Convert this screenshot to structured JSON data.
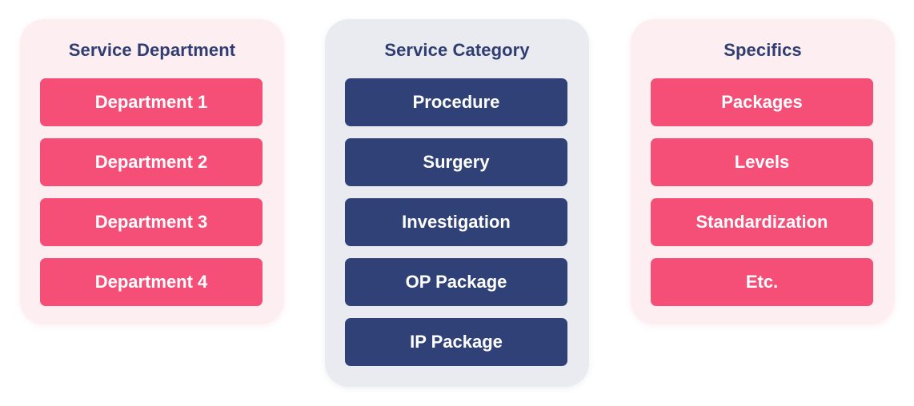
{
  "columns": [
    {
      "title": "Service Department",
      "items": [
        "Department 1",
        "Department 2",
        "Department 3",
        "Department 4"
      ]
    },
    {
      "title": "Service Category",
      "items": [
        "Procedure",
        "Surgery",
        "Investigation",
        "OP Package",
        "IP Package"
      ]
    },
    {
      "title": "Specifics",
      "items": [
        "Packages",
        "Levels",
        "Standardization",
        "Etc."
      ]
    }
  ],
  "colors": {
    "pink_panel": "#fdeef1",
    "gray_panel": "#e9ebf1",
    "pink_item": "#f64f77",
    "navy_item": "#304177",
    "title_text": "#2f3d71"
  }
}
